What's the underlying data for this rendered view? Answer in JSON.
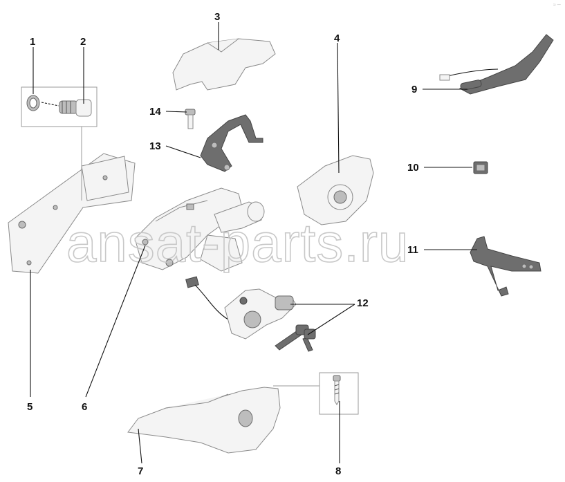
{
  "diagram": {
    "watermark_text": "ansat-parts.ru",
    "callouts": [
      {
        "id": "1",
        "label": "1"
      },
      {
        "id": "2",
        "label": "2"
      },
      {
        "id": "3",
        "label": "3"
      },
      {
        "id": "4",
        "label": "4"
      },
      {
        "id": "5",
        "label": "5"
      },
      {
        "id": "6",
        "label": "6"
      },
      {
        "id": "7",
        "label": "7"
      },
      {
        "id": "8",
        "label": "8"
      },
      {
        "id": "9",
        "label": "9"
      },
      {
        "id": "10",
        "label": "10"
      },
      {
        "id": "11",
        "label": "11"
      },
      {
        "id": "12",
        "label": "12"
      },
      {
        "id": "13",
        "label": "13"
      },
      {
        "id": "14",
        "label": "14"
      }
    ]
  }
}
